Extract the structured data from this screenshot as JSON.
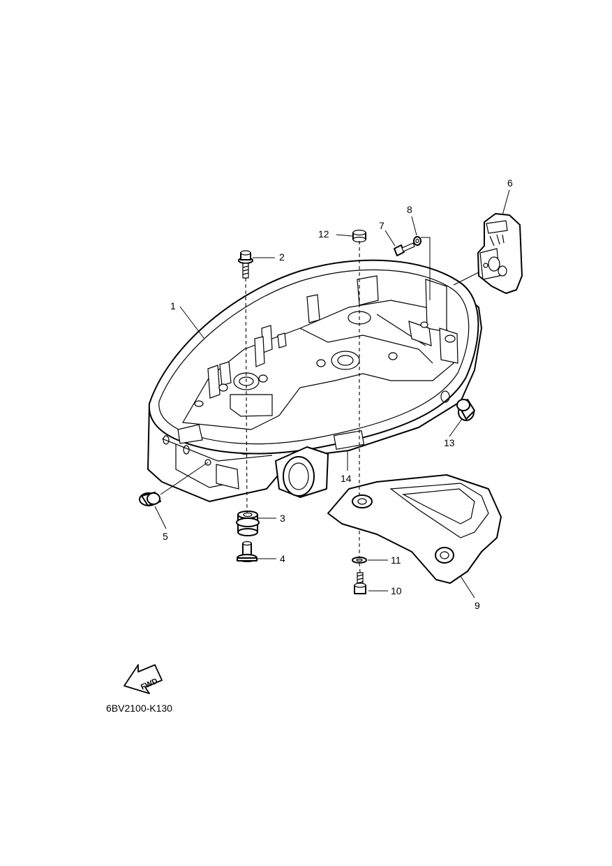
{
  "diagram": {
    "callouts": [
      "1",
      "2",
      "3",
      "4",
      "5",
      "6",
      "7",
      "8",
      "9",
      "10",
      "11",
      "12",
      "13",
      "14"
    ],
    "fwd_label": "FWD",
    "figure_code": "6BV2100-K130"
  }
}
